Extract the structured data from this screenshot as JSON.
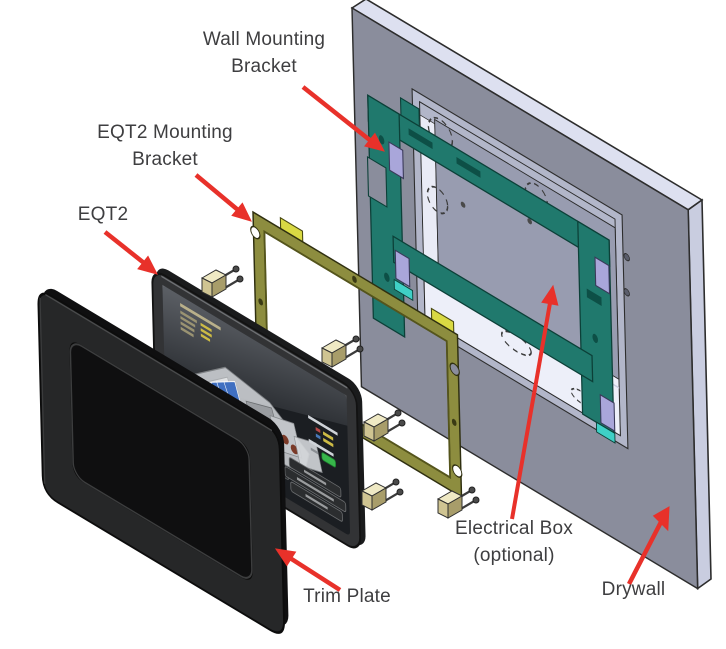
{
  "diagram": {
    "type": "exploded-assembly-installation",
    "labels": {
      "wall_mounting_bracket": "Wall Mounting Bracket",
      "eqt2_mounting_bracket": "EQT2 Mounting Bracket",
      "eqt2": "EQT2",
      "trim_plate": "Trim Plate",
      "electrical_box": "Electrical Box (optional)",
      "drywall": "Drywall"
    },
    "colors": {
      "arrow_red": "#e8312a",
      "label_text": "#3e3e40",
      "drywall_face": "#8a8d9c",
      "drywall_edge": "#dde0f0",
      "wall_bracket_teal": "#20796d",
      "eqt2_bracket_olive": "#8d8d3f",
      "bracket_tab_yellow": "#d9d943",
      "clip_lavender": "#a9a6da",
      "accent_cyan": "#3fd0c6",
      "clip_tan": "#ded5a6",
      "device_body": "#323335",
      "trim_plate_black": "#262728",
      "screen_green_button": "#37b64a",
      "screen_yellow_text": "#cdbb45"
    },
    "eqt2_screen": {
      "indicator_color": "#37b64a"
    }
  }
}
